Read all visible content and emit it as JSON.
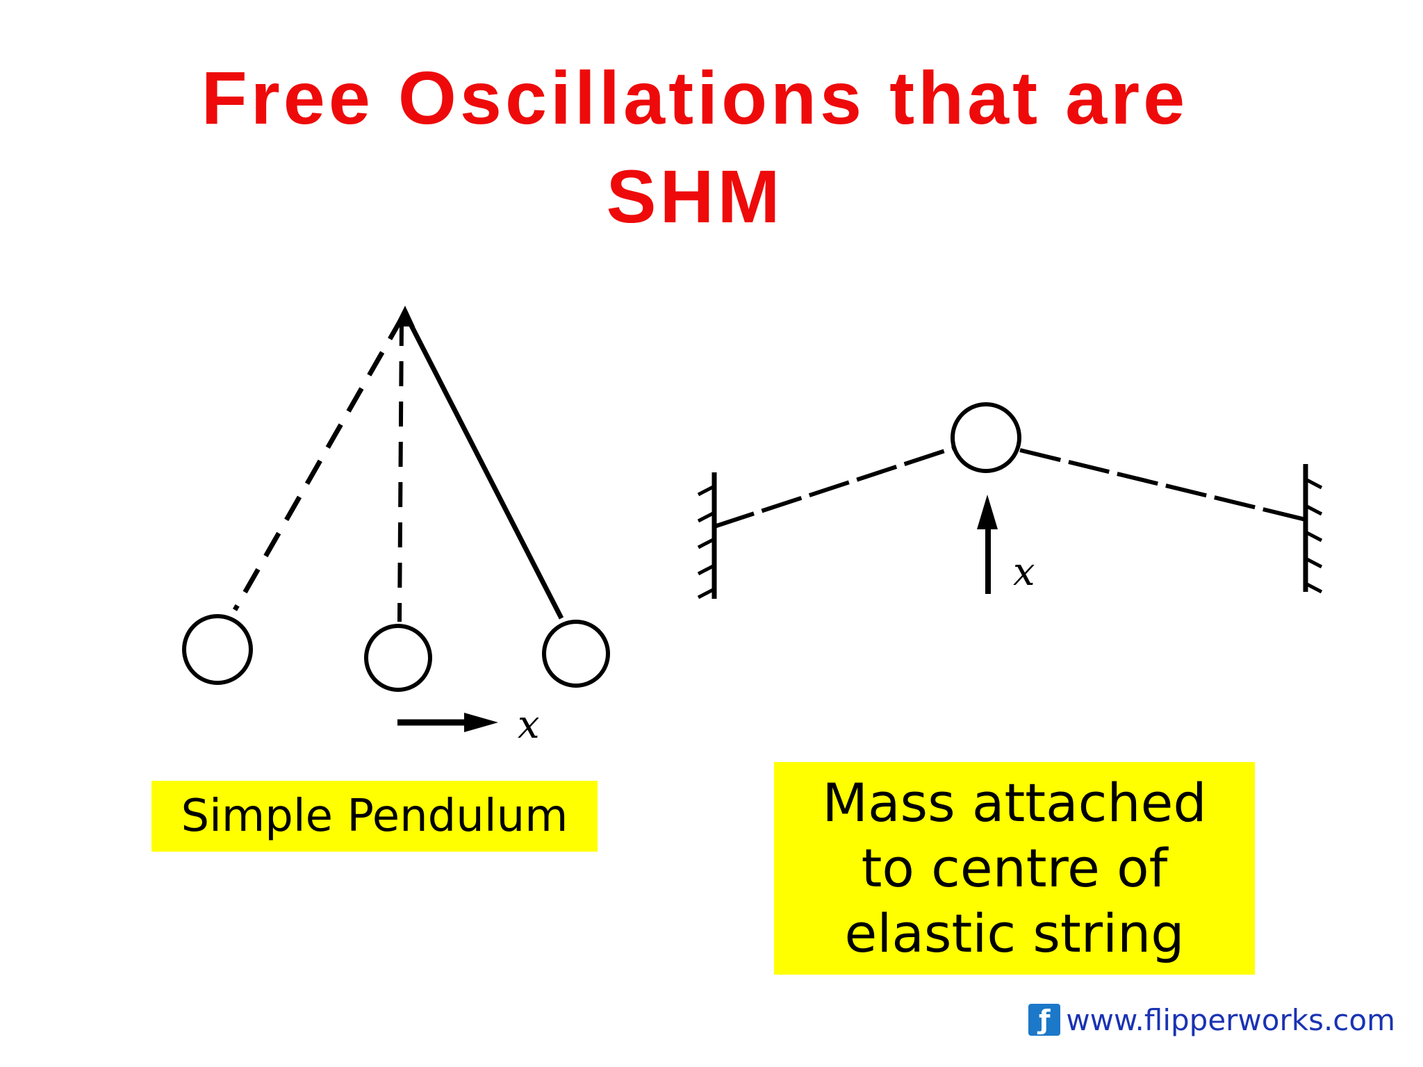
{
  "title": {
    "line1": "Free Oscillations that are",
    "line2": "SHM"
  },
  "pendulum_diagram": {
    "axis_label": "x",
    "caption": "Simple Pendulum"
  },
  "string_diagram": {
    "axis_label": "x",
    "caption": {
      "line1": "Mass attached",
      "line2": "to centre of",
      "line3": "elastic string"
    }
  },
  "footer": {
    "icon": "flipperworks-logo-icon",
    "url": "www.flipperworks.com"
  },
  "colors": {
    "title": "#ee0a0a",
    "label_background": "#ffff00",
    "footer_text": "#1a33b3"
  }
}
